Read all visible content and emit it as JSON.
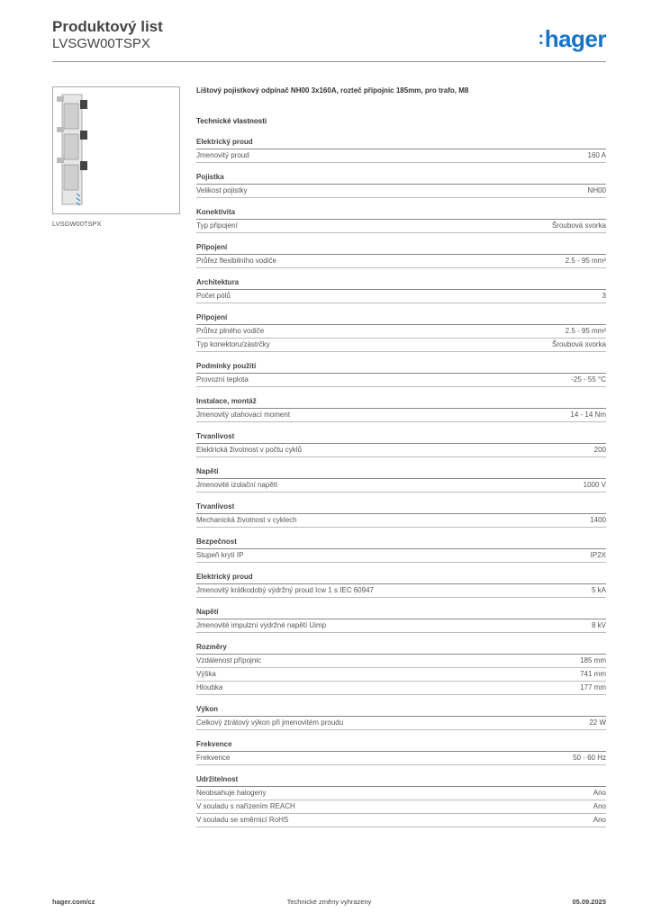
{
  "header": {
    "title": "Produktový list",
    "code": "LVSGW00TSPX",
    "logo": "hager",
    "logo_color": "#1a73c6"
  },
  "product": {
    "image_caption": "LVSGW00TSPX",
    "description": "Lištový pojistkový odpínač NH00 3x160A, rozteč přípojnic 185mm, pro trafo, M8",
    "tech_heading": "Technické vlastnosti"
  },
  "groups": [
    {
      "title": "Elektrický proud",
      "rows": [
        {
          "label": "Jmenovitý proud",
          "value": "160 A"
        }
      ]
    },
    {
      "title": "Pojistka",
      "rows": [
        {
          "label": "Velikost pojistky",
          "value": "NH00"
        }
      ]
    },
    {
      "title": "Konektivita",
      "rows": [
        {
          "label": "Typ připojení",
          "value": "Šroubová svorka"
        }
      ]
    },
    {
      "title": "Připojení",
      "rows": [
        {
          "label": "Průřez flexibilního vodiče",
          "value": "2.5 - 95 mm²"
        }
      ]
    },
    {
      "title": "Architektura",
      "rows": [
        {
          "label": "Počet pólů",
          "value": "3"
        }
      ]
    },
    {
      "title": "Připojení",
      "rows": [
        {
          "label": "Průřez plného vodiče",
          "value": "2.5 - 95 mm²"
        },
        {
          "label": "Typ konektoru/zástrčky",
          "value": "Šroubová svorka"
        }
      ]
    },
    {
      "title": "Podmínky použití",
      "rows": [
        {
          "label": "Provozní teplota",
          "value": "-25 - 55 °C"
        }
      ]
    },
    {
      "title": "Instalace, montáž",
      "rows": [
        {
          "label": "Jmenovitý utahovací moment",
          "value": "14 - 14 Nm"
        }
      ]
    },
    {
      "title": "Trvanlivost",
      "rows": [
        {
          "label": "Elektrická životnost v počtu cyklů",
          "value": "200"
        }
      ]
    },
    {
      "title": "Napětí",
      "rows": [
        {
          "label": "Jmenovité izolační napětí",
          "value": "1000 V"
        }
      ]
    },
    {
      "title": "Trvanlivost",
      "rows": [
        {
          "label": "Mechanická životnost v cyklech",
          "value": "1400"
        }
      ]
    },
    {
      "title": "Bezpečnost",
      "rows": [
        {
          "label": "Stupeň krytí IP",
          "value": "IP2X"
        }
      ]
    },
    {
      "title": "Elektrický proud",
      "rows": [
        {
          "label": "Jmenovitý krátkodobý výdržný proud Icw 1 s IEC 60947",
          "value": "5 kA"
        }
      ]
    },
    {
      "title": "Napětí",
      "rows": [
        {
          "label": "Jmenovité impulzní výdržné napětí Uimp",
          "value": "8 kV"
        }
      ]
    },
    {
      "title": "Rozměry",
      "rows": [
        {
          "label": "Vzdálenost přípojnic",
          "value": "185 mm"
        },
        {
          "label": "Výška",
          "value": "741 mm"
        },
        {
          "label": "Hloubka",
          "value": "177 mm"
        }
      ]
    },
    {
      "title": "Výkon",
      "rows": [
        {
          "label": "Celkový ztrátový výkon při jmenovitém proudu",
          "value": "22 W"
        }
      ]
    },
    {
      "title": "Frekvence",
      "rows": [
        {
          "label": "Frekvence",
          "value": "50 - 60 Hz"
        }
      ]
    },
    {
      "title": "Udržitelnost",
      "rows": [
        {
          "label": "Neobsahuje halogeny",
          "value": "Ano"
        },
        {
          "label": "V souladu s nařízením REACH",
          "value": "Ano"
        },
        {
          "label": "V souladu se směrnicí RoHS",
          "value": "Ano"
        }
      ]
    }
  ],
  "footer": {
    "website": "hager.com/cz",
    "note": "Technické změny vyhrazeny",
    "date": "05.09.2025"
  }
}
